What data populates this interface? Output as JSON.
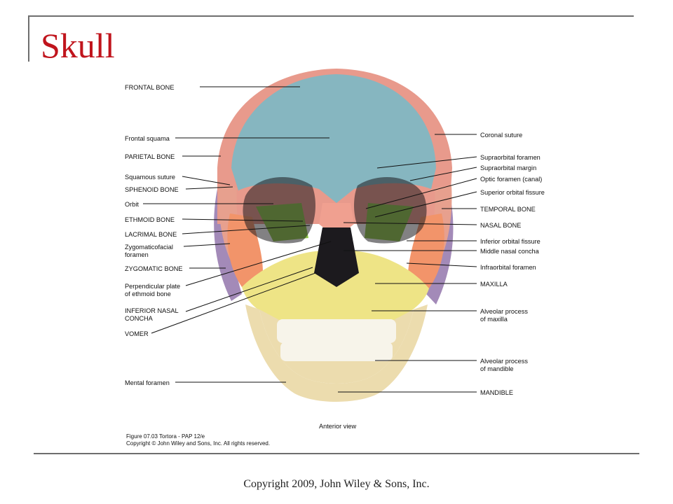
{
  "slide": {
    "title": "Skull",
    "footer": "Copyright 2009, John Wiley & Sons, Inc."
  },
  "figure": {
    "view_label": "Anterior view",
    "credit_line1": "Figure 07.03  Tortora - PAP 12/e",
    "credit_line2": "Copyright © John Wiley and Sons, Inc. All rights reserved.",
    "labels_left": [
      {
        "line1": "FRONTAL BONE",
        "line2": ""
      },
      {
        "line1": "Frontal squama",
        "line2": ""
      },
      {
        "line1": "PARIETAL BONE",
        "line2": ""
      },
      {
        "line1": "Squamous suture",
        "line2": ""
      },
      {
        "line1": "SPHENOID BONE",
        "line2": ""
      },
      {
        "line1": "Orbit",
        "line2": ""
      },
      {
        "line1": "ETHMOID BONE",
        "line2": ""
      },
      {
        "line1": "LACRIMAL BONE",
        "line2": ""
      },
      {
        "line1": "Zygomaticofacial",
        "line2": "foramen"
      },
      {
        "line1": "ZYGOMATIC BONE",
        "line2": ""
      },
      {
        "line1": "Perpendicular plate",
        "line2": "of ethmoid bone"
      },
      {
        "line1": "INFERIOR NASAL",
        "line2": "CONCHA"
      },
      {
        "line1": "VOMER",
        "line2": ""
      },
      {
        "line1": "Mental foramen",
        "line2": ""
      }
    ],
    "labels_right": [
      {
        "line1": "Coronal suture",
        "line2": ""
      },
      {
        "line1": "Supraorbital foramen",
        "line2": ""
      },
      {
        "line1": "Supraorbital margin",
        "line2": ""
      },
      {
        "line1": "Optic foramen (canal)",
        "line2": ""
      },
      {
        "line1": "Superior orbital fissure",
        "line2": ""
      },
      {
        "line1": "TEMPORAL BONE",
        "line2": ""
      },
      {
        "line1": "NASAL BONE",
        "line2": ""
      },
      {
        "line1": "Inferior orbital fissure",
        "line2": ""
      },
      {
        "line1": "Middle nasal concha",
        "line2": ""
      },
      {
        "line1": "Infraorbital foramen",
        "line2": ""
      },
      {
        "line1": "MAXILLA",
        "line2": ""
      },
      {
        "line1": "Alveolar process",
        "line2": "of maxilla"
      },
      {
        "line1": "Alveolar process",
        "line2": "of mandible"
      },
      {
        "line1": "MANDIBLE",
        "line2": ""
      }
    ],
    "colors": {
      "frontal": "#86b6c0",
      "parietal": "#e89a8c",
      "temporal": "#e7a08e",
      "sphenoid": "#8fc64a",
      "zygomatic": "#f2946a",
      "maxilla": "#eee486",
      "mandible": "#ecdcae",
      "teeth": "#f7f4ea",
      "nasal": "#f0a090",
      "cavity": "#1c1a1e",
      "purple": "#a38ab8"
    }
  }
}
